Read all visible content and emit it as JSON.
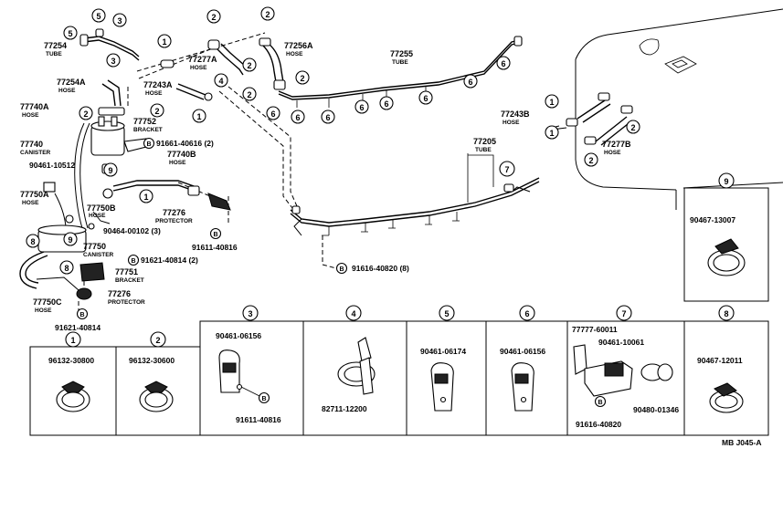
{
  "callouts": {
    "c1": "1",
    "c2": "2",
    "c3": "3",
    "c4": "4",
    "c5": "5",
    "c6": "6",
    "c7": "7",
    "c8": "8",
    "c9": "9",
    "b": "B"
  },
  "labels": {
    "p77254": "77254",
    "p77254_sub": "TUBE",
    "p77277a": "77277A",
    "p77277a_sub": "HOSE",
    "p77256a": "77256A",
    "p77256a_sub": "HOSE",
    "p77255": "77255",
    "p77255_sub": "TUBE",
    "p77254a": "77254A",
    "p77254a_sub": "HOSE",
    "p77243a": "77243A",
    "p77243a_sub": "HOSE",
    "p77740a": "77740A",
    "p77740a_sub": "HOSE",
    "p77752": "77752",
    "p77752_sub": "BRACKET",
    "p91661": "91661-40616 (2)",
    "p77740": "77740",
    "p77740_sub": "CANISTER",
    "p77740b": "77740B",
    "p77740b_sub": "HOSE",
    "p90461_10512": "90461-10512",
    "p77750a": "77750A",
    "p77750a_sub": "HOSE",
    "p77750b": "77750B",
    "p77750b_sub": "HOSE",
    "p90464": "90464-00102 (3)",
    "p77276a": "77276",
    "p77276a_sub": "PROTECTOR",
    "p91611_a": "91611-40816",
    "p77750": "77750",
    "p77750_sub": "CANISTER",
    "p91621_2": "91621-40814 (2)",
    "p77751": "77751",
    "p77751_sub": "BRACKET",
    "p77750c": "77750C",
    "p77750c_sub": "HOSE",
    "p77276b": "77276",
    "p77276b_sub": "PROTECTOR",
    "p91621": "91621-40814",
    "p77243b": "77243B",
    "p77243b_sub": "HOSE",
    "p77205": "77205",
    "p77205_sub": "TUBE",
    "p77277b": "77277B",
    "p77277b_sub": "HOSE",
    "p91616_8": "91616-40820 (8)"
  },
  "details": {
    "d1": "96132-30800",
    "d2": "96132-30600",
    "d3a": "90461-06156",
    "d3b": "91611-40816",
    "d4": "82711-12200",
    "d5": "90461-06174",
    "d6": "90461-06156",
    "d7a": "77777-60011",
    "d7b": "90461-10061",
    "d7c": "90480-01346",
    "d7d": "91616-40820",
    "d8": "90467-12011",
    "d9": "90467-13007"
  },
  "footer": {
    "code": "MB  J045-A"
  }
}
